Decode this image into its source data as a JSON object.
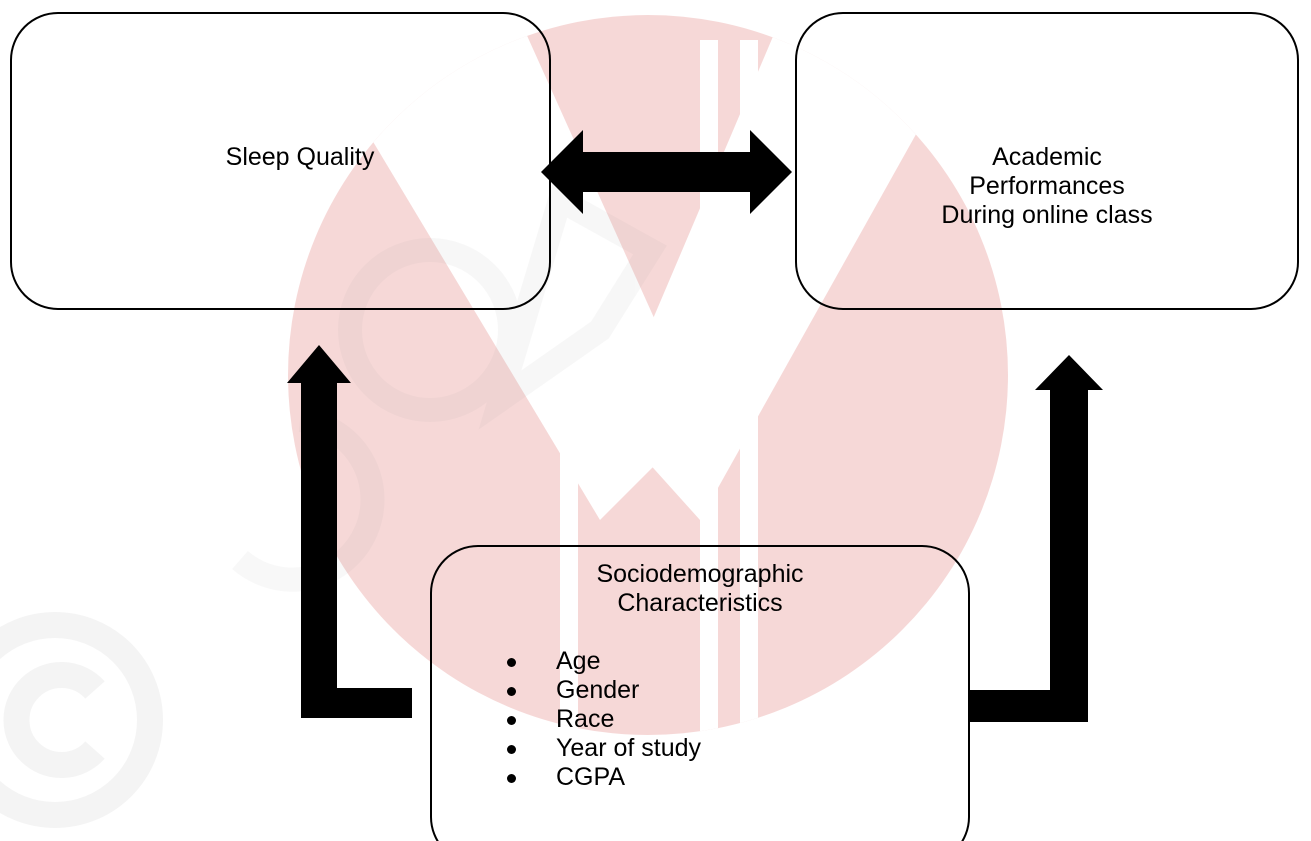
{
  "nodes": {
    "sleep_quality": {
      "label": "Sleep Quality"
    },
    "academic_performance": {
      "lines": [
        "Academic",
        "Performances",
        "During online class"
      ]
    },
    "sociodemographic": {
      "title_lines": [
        "Sociodemographic",
        "Characteristics"
      ],
      "items": [
        "Age",
        "Gender",
        "Race",
        "Year of study",
        "CGPA"
      ]
    }
  },
  "edges": [
    {
      "from": "sleep_quality",
      "to": "academic_performance",
      "type": "bidirectional"
    },
    {
      "from": "sociodemographic",
      "to": "sleep_quality",
      "type": "directed"
    },
    {
      "from": "sociodemographic",
      "to": "academic_performance",
      "type": "directed"
    }
  ],
  "colors": {
    "box_border": "#000000",
    "arrow_fill": "#000000",
    "text": "#000000",
    "watermark_red": "#d9534f"
  }
}
